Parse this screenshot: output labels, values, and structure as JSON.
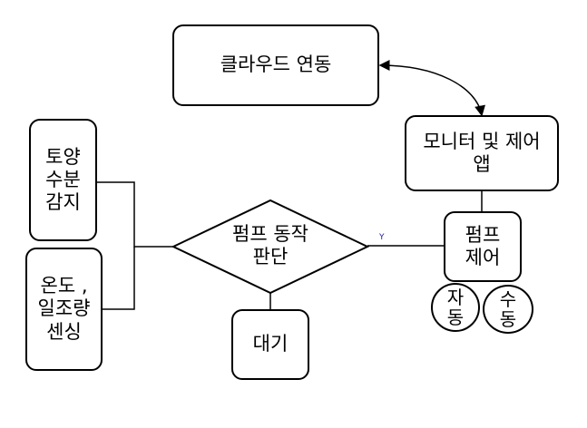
{
  "nodes": {
    "cloud": "클라우드 연동",
    "app": "모니터 및 제어\n앱",
    "soil": "토양\n수분\n감지",
    "temp": "온도 ,\n일조량\n센싱",
    "decision": "펌프 동작\n판단",
    "wait": "대기",
    "pump": "펌프\n제어",
    "auto_1": "자",
    "auto_2": "동",
    "manual_1": "수",
    "manual_2": "동"
  },
  "edge_labels": {
    "yes": "Y"
  }
}
